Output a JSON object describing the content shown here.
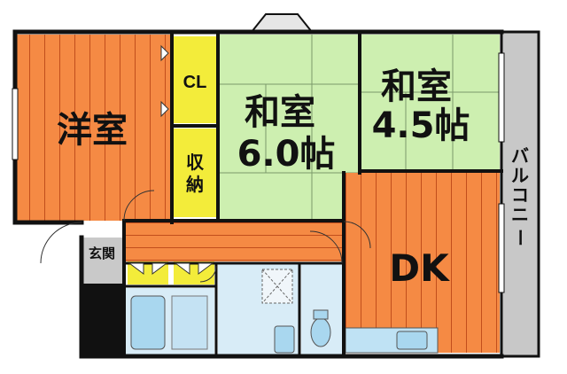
{
  "rooms": {
    "western": "洋室",
    "cl": "CL",
    "storage": [
      "収",
      "納"
    ],
    "japanese_large": [
      "和室",
      "6.0帖"
    ],
    "japanese_small": [
      "和室",
      "4.5帖"
    ],
    "dk": "DK",
    "entrance": "玄関",
    "balcony": [
      "バ",
      "ル",
      "コ",
      "ニ",
      "ー"
    ]
  },
  "colors": {
    "wall": "#111111",
    "orange_floor": "#f58a44",
    "tatami": "#cdefb0",
    "closet": "#f3ec3a",
    "wet_area": "#d8ecf7",
    "fixture": "#a9d7ef",
    "balcony": "#c8c8c8",
    "entrance": "#c9c9c9"
  }
}
